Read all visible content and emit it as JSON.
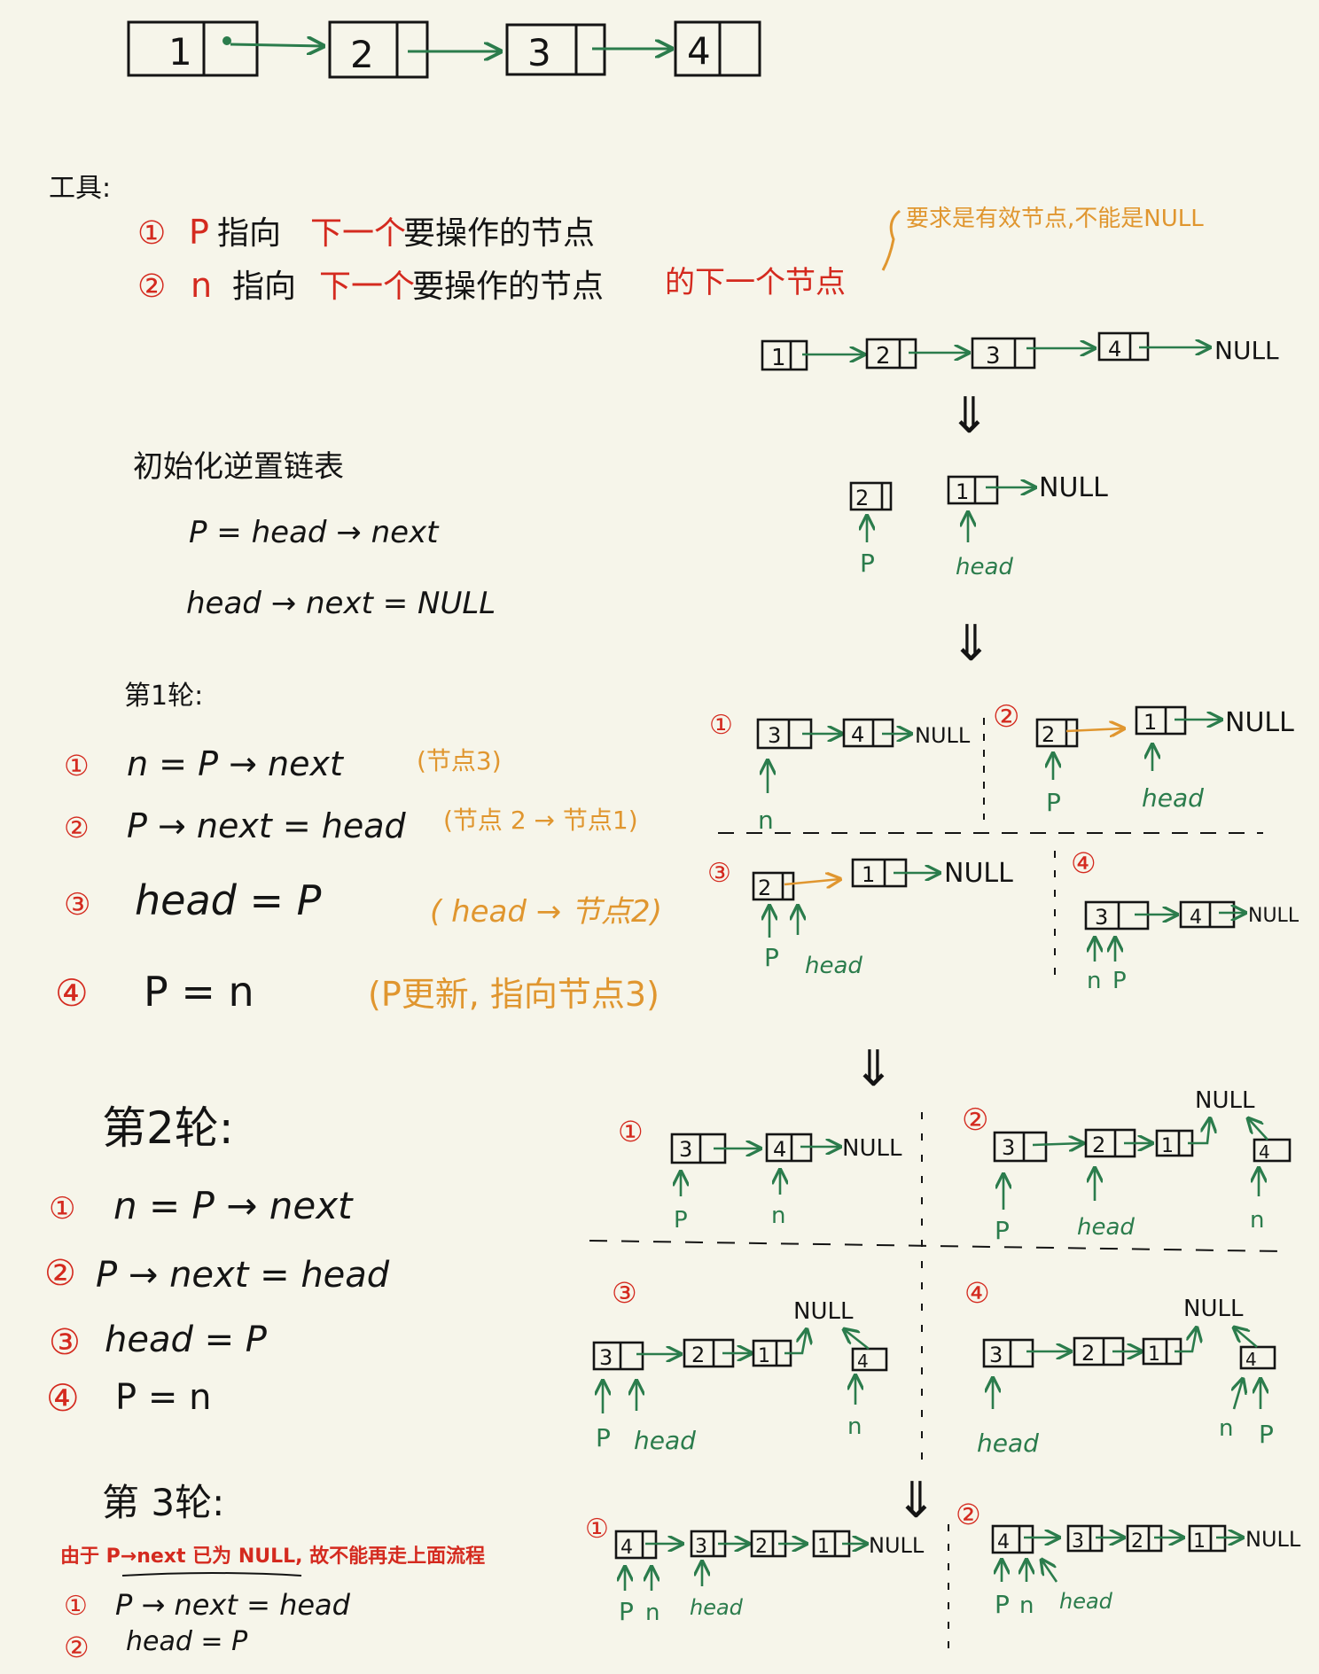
{
  "colors": {
    "ink": "#141414",
    "red": "#d42a1f",
    "orange": "#e0962f",
    "green": "#2b7c4c",
    "paper": "#f6f5ea"
  },
  "top_list": [
    "1",
    "2",
    "3",
    "4"
  ],
  "tools": {
    "heading": "工具:",
    "item1_num": "①",
    "item1_var": "P",
    "item1_text": "指向",
    "item1_red": "下一个",
    "item1_rest": "要操作的节点",
    "item2_num": "②",
    "item2_var": "n",
    "item2_text": "指向",
    "item2_red": "下一个",
    "item2_rest": "要操作的节点",
    "item2_tail": "的下一个节点",
    "note": "要求是有效节点,不能是NULL"
  },
  "null_text": "NULL",
  "down_arrow": "⇓",
  "label_p": "P",
  "label_n": "n",
  "label_head": "head",
  "init": {
    "title": "初始化逆置链表",
    "line1": "P = head → next",
    "line2": "head → next = NULL"
  },
  "round1": {
    "title": "第1轮:",
    "steps": [
      {
        "num": "①",
        "code": "n = P → next",
        "note": "(节点3)"
      },
      {
        "num": "②",
        "code": "P → next = head",
        "note": "(节点 2 → 节点1)"
      },
      {
        "num": "③",
        "code": "head = P",
        "note": "( head → 节点2)"
      },
      {
        "num": "④",
        "code": "P = n",
        "note": "(P更新, 指向节点3)"
      }
    ]
  },
  "round2": {
    "title": "第2轮:",
    "steps": [
      {
        "num": "①",
        "code": "n = P → next"
      },
      {
        "num": "②",
        "code": "P → next = head"
      },
      {
        "num": "③",
        "code": "head = P"
      },
      {
        "num": "④",
        "code": "P = n"
      }
    ]
  },
  "round3": {
    "title": "第 3轮:",
    "reason": "由于 P→next 已为 NULL, 故不能再走上面流程",
    "steps": [
      {
        "num": "①",
        "code": "P → next = head"
      },
      {
        "num": "②",
        "code": "head = P"
      }
    ]
  },
  "panel_nums": [
    "①",
    "②",
    "③",
    "④"
  ]
}
